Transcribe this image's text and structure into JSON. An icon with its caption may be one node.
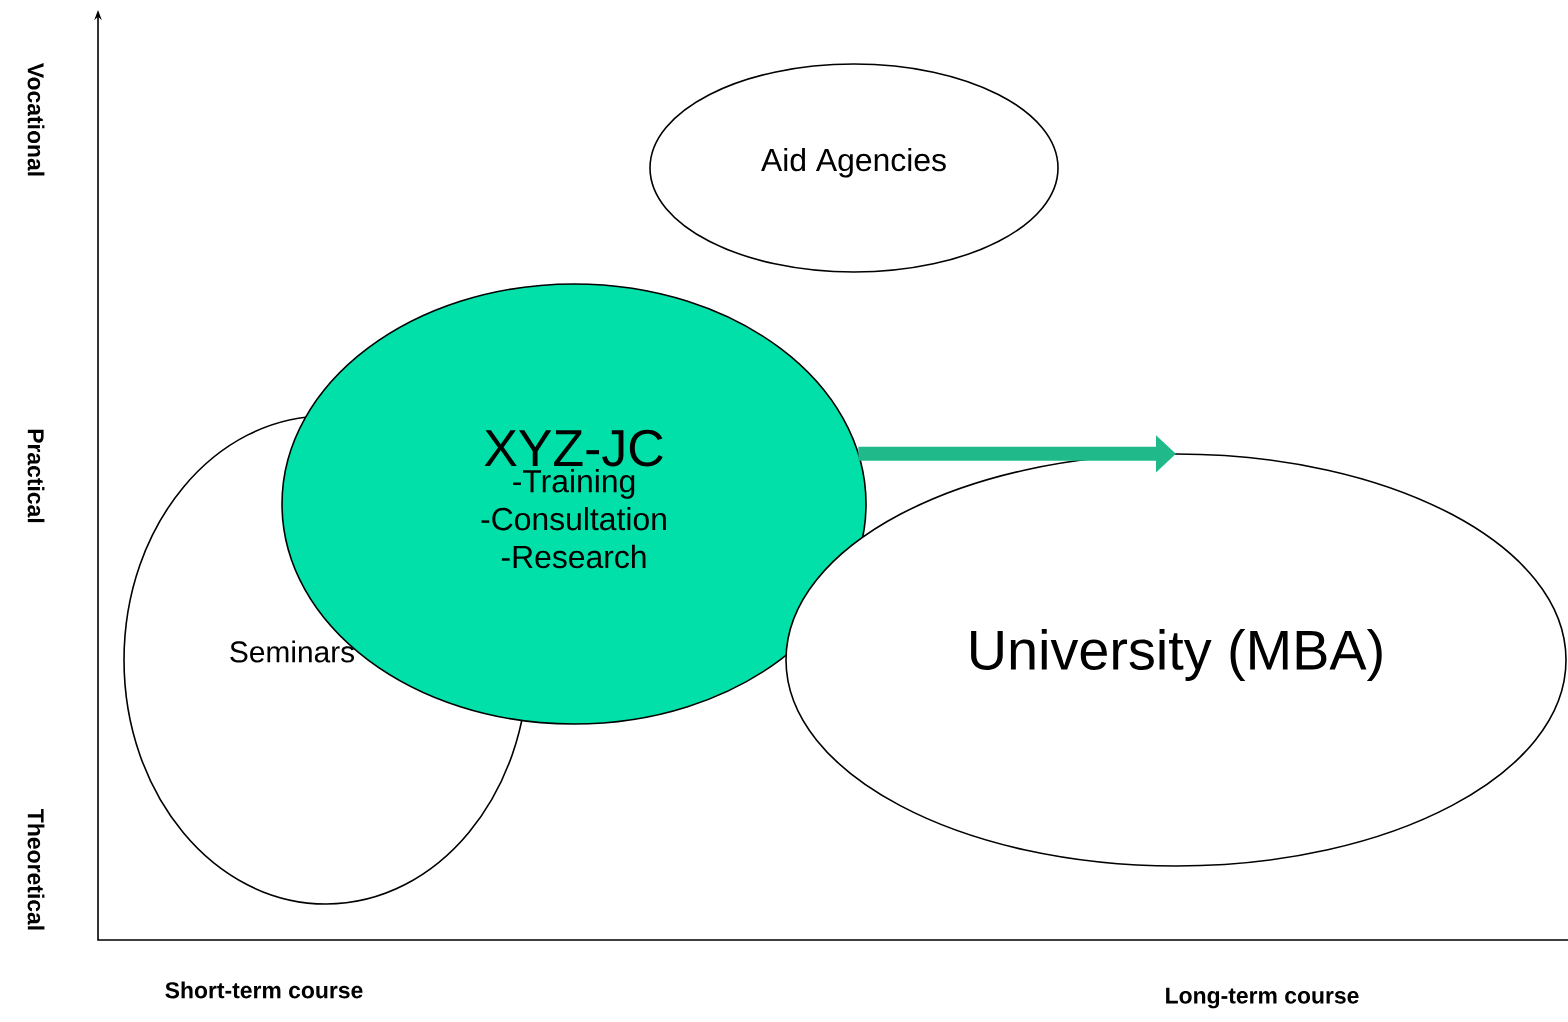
{
  "diagram": {
    "nodes": [
      {
        "text": [
          "Aid Agencies"
        ]
      },
      {
        "text": [
          "XYZ-JC",
          "-Training -Consultation -Research"
        ]
      },
      {
        "text": [
          "Seminars"
        ]
      },
      {
        "text": [
          "University (MBA)"
        ]
      }
    ],
    "edges": [
      {
        "from": 1,
        "to": 3,
        "arrow": "to",
        "color": "#1fb98a"
      }
    ],
    "labels": [
      "Vocational",
      "Practical",
      "Theoretical",
      "Short-term course",
      "Long-term course"
    ]
  }
}
